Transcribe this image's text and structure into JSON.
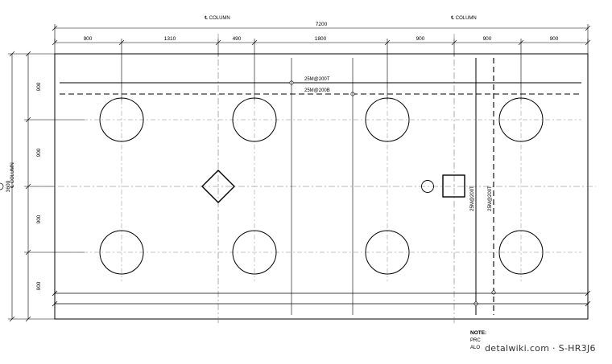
{
  "column_labels": [
    "℄ COLUMN",
    "℄ COLUMN"
  ],
  "side_column_label": "℄ COLUMN",
  "overall_width": "7200",
  "overall_height": "3600",
  "top_dims": [
    "900",
    "1310",
    "490",
    "1800",
    "900",
    "900",
    "900"
  ],
  "left_dims": [
    "900",
    "900",
    "900",
    "900"
  ],
  "rebar": {
    "horiz_top": "25M@200T",
    "horiz_bottom": "25M@200B",
    "vert_bottom": "25M@200T",
    "vert_top": "25M@200T"
  },
  "notes": {
    "title": "NOTE:",
    "line1": "PRC",
    "line2": "ALO"
  },
  "watermark": "detalwiki.com · S-HR3J6",
  "pile_count": 8,
  "colors": {
    "line": "#000000",
    "centerline": "#777777",
    "stamp": "#333333"
  }
}
